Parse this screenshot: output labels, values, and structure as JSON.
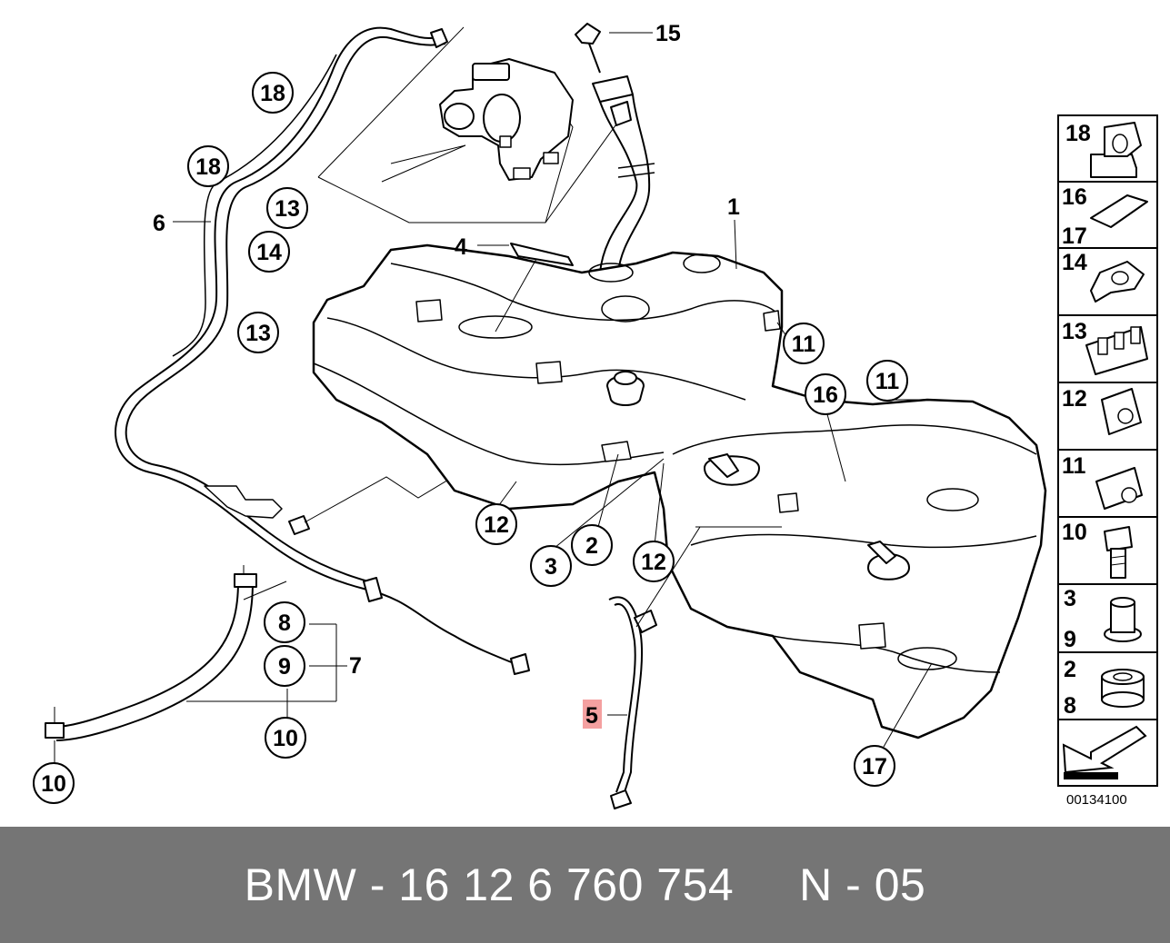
{
  "callouts": [
    {
      "label": "18"
    },
    {
      "label": "18"
    },
    {
      "label": "13"
    },
    {
      "label": "14"
    },
    {
      "label": "13"
    },
    {
      "label": "11"
    },
    {
      "label": "11"
    },
    {
      "label": "16"
    },
    {
      "label": "12"
    },
    {
      "label": "2"
    },
    {
      "label": "3"
    },
    {
      "label": "12"
    },
    {
      "label": "8"
    },
    {
      "label": "9"
    },
    {
      "label": "10"
    },
    {
      "label": "10"
    },
    {
      "label": "17"
    }
  ],
  "plain_labels": [
    {
      "label": "15"
    },
    {
      "label": "1"
    },
    {
      "label": "4"
    },
    {
      "label": "6"
    },
    {
      "label": "7"
    }
  ],
  "highlighted_label": {
    "label": "5",
    "color": "#f4a0a0"
  },
  "legend": [
    {
      "top": "18",
      "bottom": "",
      "icon": "clamp-icon"
    },
    {
      "top": "16",
      "bottom": "17",
      "icon": "pad-icon"
    },
    {
      "top": "14",
      "bottom": "",
      "icon": "clip-icon"
    },
    {
      "top": "13",
      "bottom": "",
      "icon": "multi-clip-icon"
    },
    {
      "top": "12",
      "bottom": "",
      "icon": "nut-icon"
    },
    {
      "top": "11",
      "bottom": "",
      "icon": "nut-icon"
    },
    {
      "top": "10",
      "bottom": "",
      "icon": "bolt-icon"
    },
    {
      "top": "3",
      "bottom": "9",
      "icon": "grommet-icon"
    },
    {
      "top": "2",
      "bottom": "8",
      "icon": "plug-icon"
    },
    {
      "top": "",
      "bottom": "",
      "icon": "arrow-icon"
    }
  ],
  "reference_number": "00134100",
  "footer": {
    "text": "BMW - 16 12 6 760 754     N - 05",
    "background": "#757575"
  }
}
